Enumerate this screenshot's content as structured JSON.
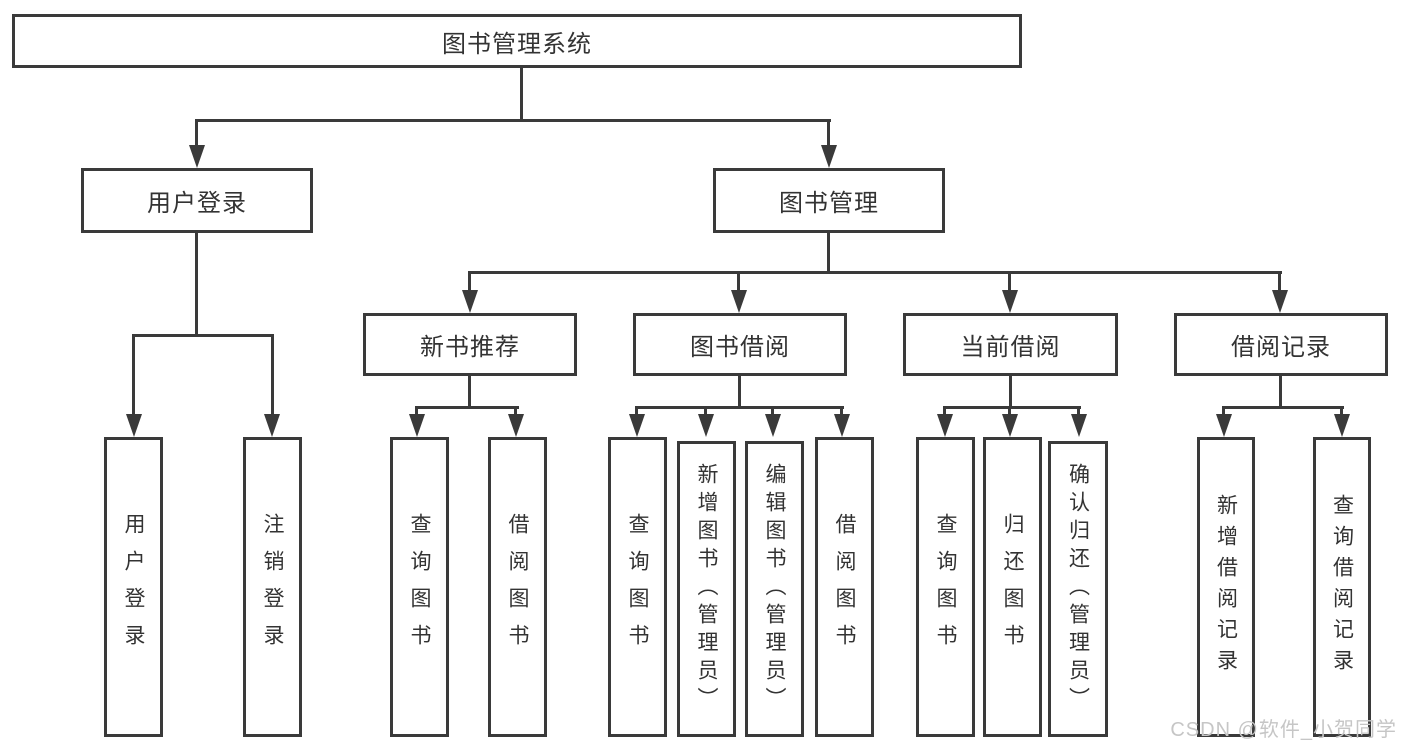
{
  "diagram": {
    "root": {
      "label": "图书管理系统"
    },
    "user_login": {
      "label": "用户登录",
      "children": [
        {
          "label": "用户登录"
        },
        {
          "label": "注销登录"
        }
      ]
    },
    "book_management": {
      "label": "图书管理",
      "groups": [
        {
          "label": "新书推荐",
          "children": [
            {
              "label": "查询图书"
            },
            {
              "label": "借阅图书"
            }
          ]
        },
        {
          "label": "图书借阅",
          "children": [
            {
              "label": "查询图书"
            },
            {
              "label": "新增图书（管理员）"
            },
            {
              "label": "编辑图书（管理员）"
            },
            {
              "label": "借阅图书"
            }
          ]
        },
        {
          "label": "当前借阅",
          "children": [
            {
              "label": "查询图书"
            },
            {
              "label": "归还图书"
            },
            {
              "label": "确认归还（管理员）"
            }
          ]
        },
        {
          "label": "借阅记录",
          "children": [
            {
              "label": "新增借阅记录"
            },
            {
              "label": "查询借阅记录"
            }
          ]
        }
      ]
    }
  },
  "watermark": {
    "text": "CSDN @软件_小贺同学"
  },
  "colors": {
    "line": "#3a3a3a",
    "text": "#333333",
    "watermark": "#c6c6c6",
    "background": "#ffffff"
  }
}
